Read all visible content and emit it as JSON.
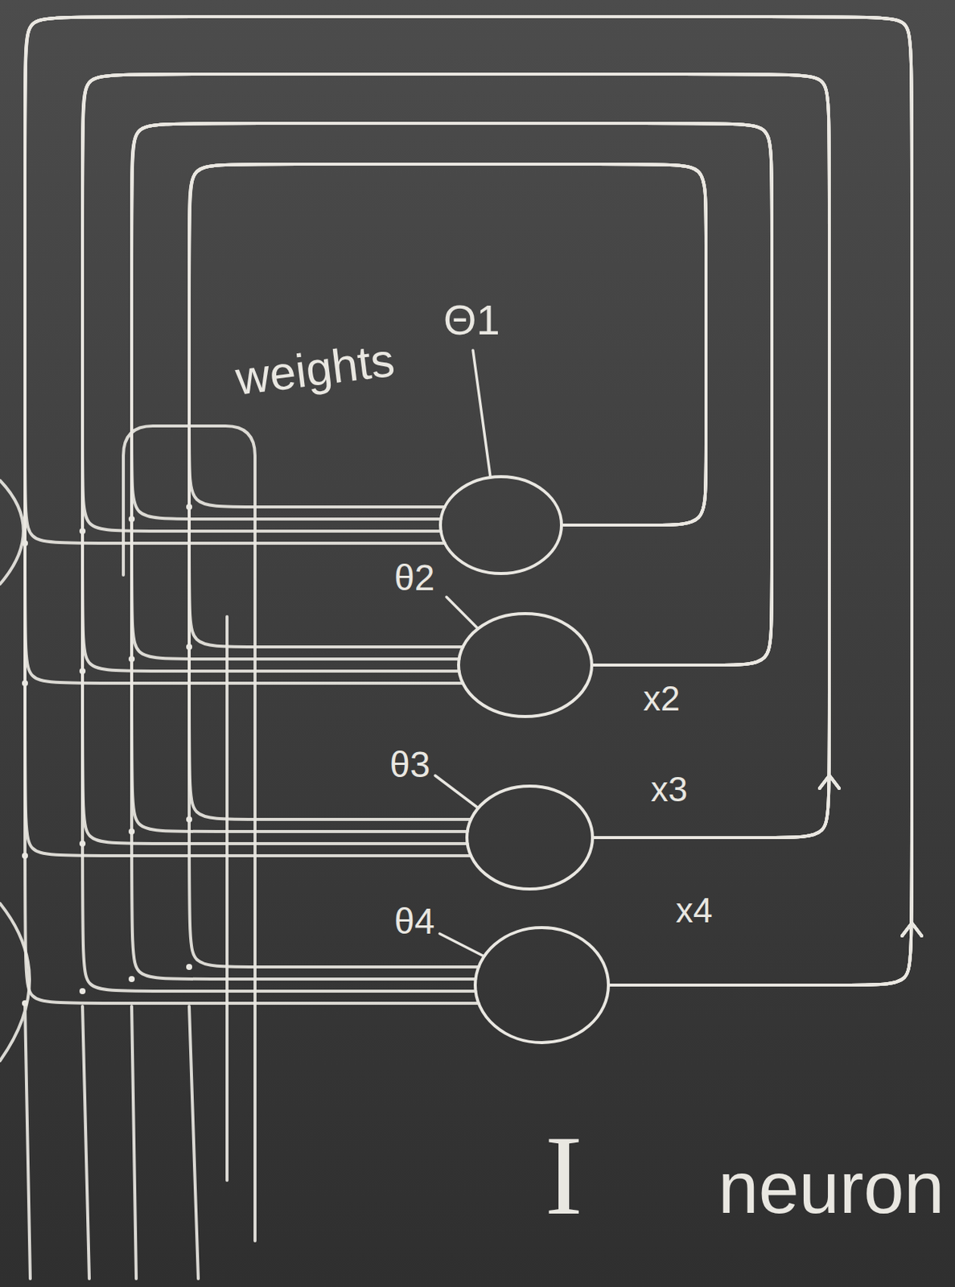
{
  "diagram": {
    "nodes": [
      {
        "text": [
          "Θ1"
        ]
      },
      {
        "text": [
          "θ2"
        ]
      },
      {
        "text": [
          "θ3"
        ]
      },
      {
        "text": [
          "θ4"
        ]
      }
    ],
    "edges": [
      {
        "from": 0,
        "to": 0,
        "arrow": "none"
      },
      {
        "from": 0,
        "to": 1,
        "arrow": "none"
      },
      {
        "from": 0,
        "to": 2,
        "arrow": "none"
      },
      {
        "from": 0,
        "to": 3,
        "arrow": "none"
      },
      {
        "from": 1,
        "to": 0,
        "arrow": "none"
      },
      {
        "from": 1,
        "to": 1,
        "arrow": "none"
      },
      {
        "from": 1,
        "to": 2,
        "arrow": "none"
      },
      {
        "from": 1,
        "to": 3,
        "arrow": "none"
      },
      {
        "from": 2,
        "to": 0,
        "arrow": "to"
      },
      {
        "from": 2,
        "to": 1,
        "arrow": "to"
      },
      {
        "from": 2,
        "to": 2,
        "arrow": "to"
      },
      {
        "from": 2,
        "to": 3,
        "arrow": "to"
      },
      {
        "from": 3,
        "to": 0,
        "arrow": "to"
      },
      {
        "from": 3,
        "to": 1,
        "arrow": "to"
      },
      {
        "from": 3,
        "to": 2,
        "arrow": "to"
      },
      {
        "from": 3,
        "to": 3,
        "arrow": "to"
      }
    ],
    "labels": [
      "weights",
      "x2",
      "x3",
      "x4",
      "I",
      "neuron"
    ]
  }
}
